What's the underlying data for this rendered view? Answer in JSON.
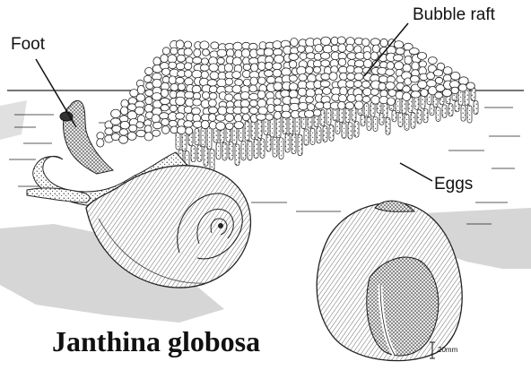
{
  "labels": {
    "bubble_raft": "Bubble raft",
    "foot": "Foot",
    "eggs": "Eggs"
  },
  "title": "Janthina globosa",
  "scale": "20mm",
  "colors": {
    "ink": "#111111",
    "paper": "#ffffff",
    "shading": "#cfcfcf"
  }
}
